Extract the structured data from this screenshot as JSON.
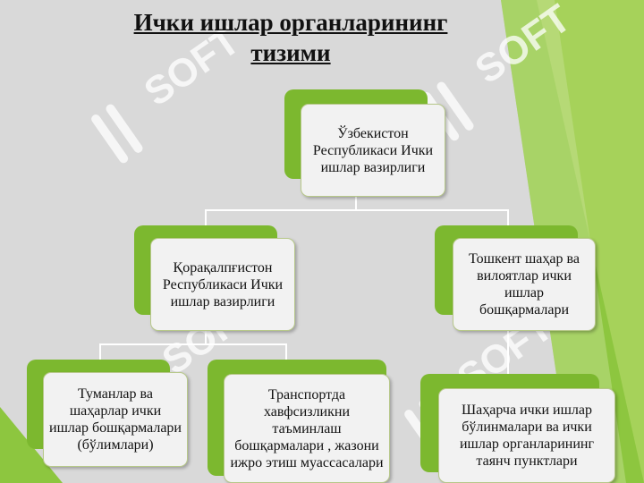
{
  "slide": {
    "title_line1": "Ички ишлар органларининг",
    "title_line2": " тизими",
    "watermark_text": "SOFT",
    "colors": {
      "background": "#d9d9d9",
      "accent_green": "#7cb82f",
      "light_green": "#a6d25a",
      "card_fill": "#f2f2f2",
      "connector": "#ffffff",
      "watermark": "#ffffff"
    }
  },
  "org_chart": {
    "root": "Ўзбекистон Республикаси Ички ишлар вазирлиги",
    "level2": [
      "Қорақалпғистон Республикаси Ички ишлар вазирлиги",
      "Тошкент шаҳар ва вилоятлар ички ишлар бошқармалари"
    ],
    "level3": [
      "Туманлар ва шаҳарлар ички ишлар бошқармалари (бўлимлари)",
      "Транспортда хавфсизликни таъминлаш бошқармалари , жазони ижро этиш муассасалари",
      "Шаҳарча ички ишлар бўлинмалари ва ички ишлар органларининг таянч пунктлари"
    ]
  }
}
